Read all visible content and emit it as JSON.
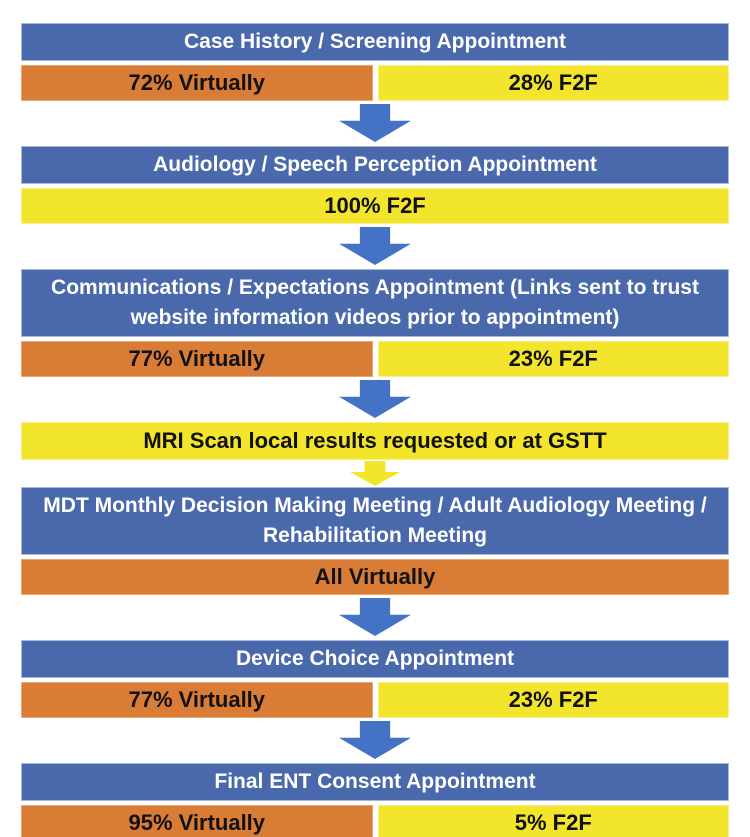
{
  "palette": {
    "bar-blue": "#4a69ad",
    "bar-orange": "#d97c35",
    "bar-yellow": "#f3e52c",
    "arrow-blue": "#4472c4",
    "arrow-yellow": "#f3e52c",
    "header-text": "#ffffff",
    "share-text": "#111111"
  },
  "steps": [
    {
      "title": "Case History / Screening Appointment",
      "virtually": "72% Virtually",
      "f2f": "28% F2F"
    },
    {
      "title": "Audiology / Speech Perception Appointment",
      "full": "100% F2F"
    },
    {
      "title": "Communications / Expectations Appointment (Links sent to trust website information videos prior to appointment)",
      "virtually": "77% Virtually",
      "f2f": "23% F2F"
    },
    {
      "title": "MRI Scan local results requested or at GSTT"
    },
    {
      "title": "MDT Monthly Decision Making Meeting / Adult Audiology Meeting / Rehabilitation Meeting",
      "full": "All Virtually"
    },
    {
      "title": "Device Choice Appointment",
      "virtually": "77% Virtually",
      "f2f": "23% F2F"
    },
    {
      "title": "Final ENT Consent Appointment",
      "virtually": "95% Virtually",
      "f2f": "5% F2F"
    }
  ]
}
